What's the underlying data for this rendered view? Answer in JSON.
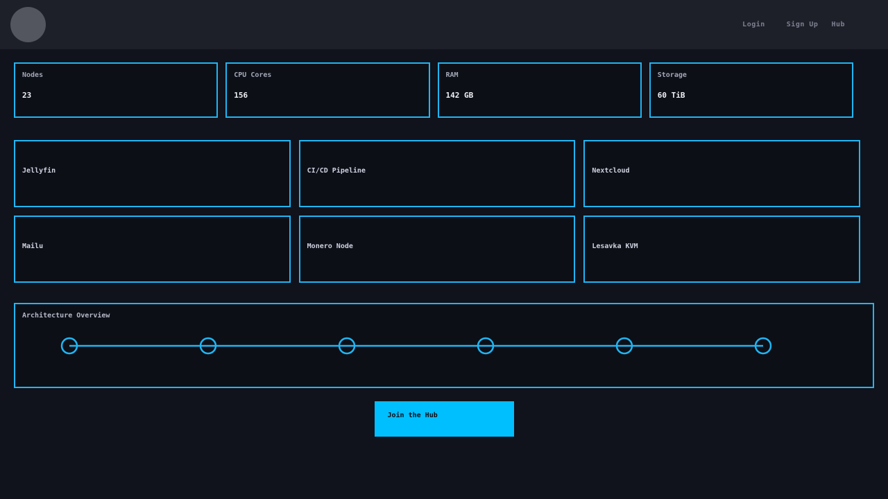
{
  "navbar": {
    "links": [
      {
        "label": "Login"
      },
      {
        "label": "Sign Up"
      },
      {
        "label": "Hub"
      }
    ]
  },
  "stats": [
    {
      "label": "Nodes",
      "value": "23"
    },
    {
      "label": "CPU Cores",
      "value": "156"
    },
    {
      "label": "RAM",
      "value": "142 GB"
    },
    {
      "label": "Storage",
      "value": "60 TiB"
    }
  ],
  "services": [
    {
      "title": "Jellyfin"
    },
    {
      "title": "CI/CD Pipeline"
    },
    {
      "title": "Nextcloud"
    },
    {
      "title": "Mailu"
    },
    {
      "title": "Monero Node"
    },
    {
      "title": "Lesavka KVM"
    }
  ],
  "architecture": {
    "title": "Architecture Overview",
    "node_count": 6
  },
  "cta": {
    "label": "Join the Hub"
  },
  "colors": {
    "accent": "#1fb6f4",
    "cta_bg": "#00bfff",
    "navbar_bg": "#1e2029",
    "page_bg": "#10121c",
    "card_bg": "#0d0f17"
  }
}
